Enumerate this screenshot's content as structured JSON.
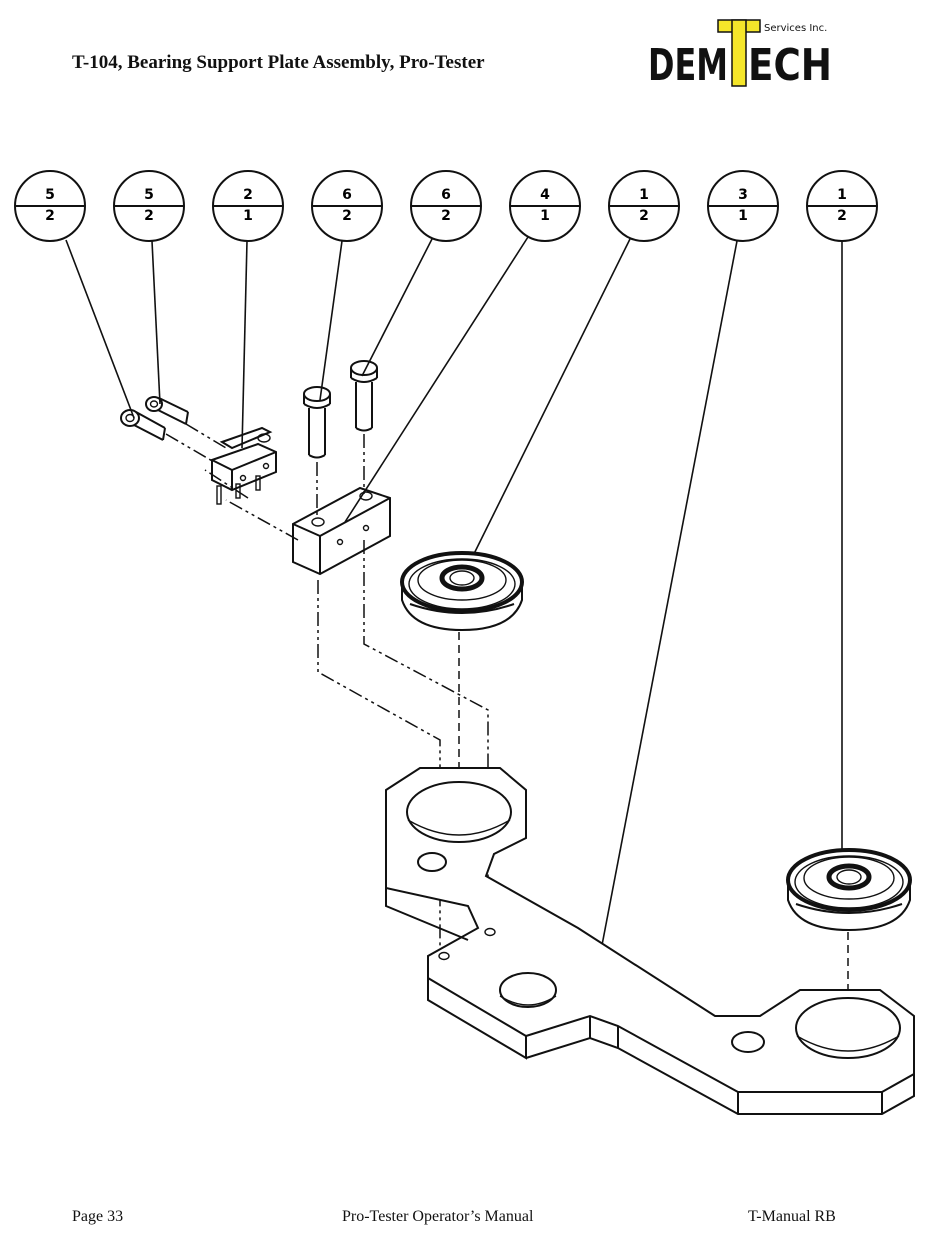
{
  "title": "T-104, Bearing Support Plate Assembly, Pro-Tester",
  "logo": {
    "brand": "DEMTECH",
    "prefix": "DEM",
    "mid": "T",
    "suffix": "ECH",
    "tag": "Services Inc.",
    "accent_color": "#f5e62a"
  },
  "callouts": [
    {
      "item": "5",
      "qty": "2"
    },
    {
      "item": "5",
      "qty": "2"
    },
    {
      "item": "2",
      "qty": "1"
    },
    {
      "item": "6",
      "qty": "2"
    },
    {
      "item": "6",
      "qty": "2"
    },
    {
      "item": "4",
      "qty": "1"
    },
    {
      "item": "1",
      "qty": "2"
    },
    {
      "item": "3",
      "qty": "1"
    },
    {
      "item": "1",
      "qty": "2"
    }
  ],
  "footer": {
    "page": "Page 33",
    "manual": "Pro-Tester Operator’s Manual",
    "doc": "T-Manual RB"
  }
}
